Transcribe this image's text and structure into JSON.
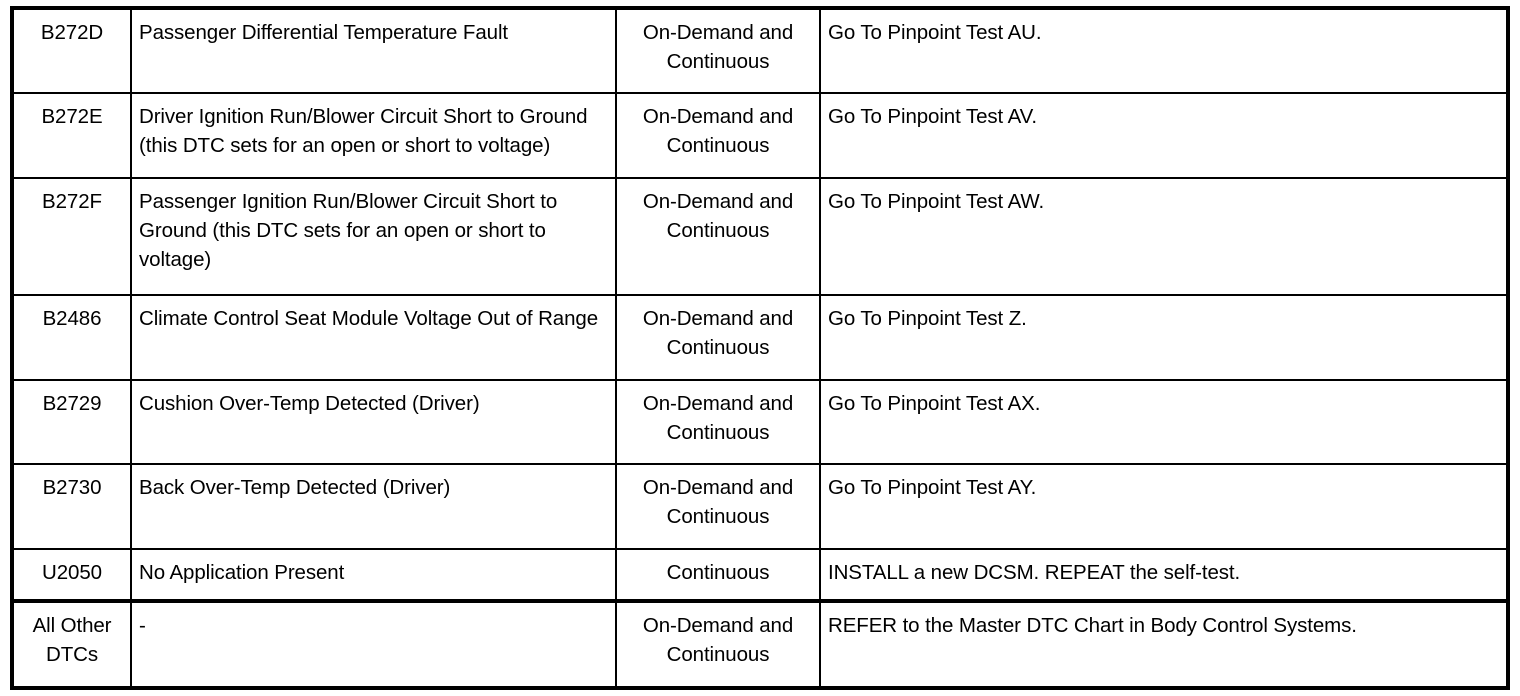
{
  "table": {
    "columns": [
      {
        "key": "dtc",
        "name": "dtc-code-column"
      },
      {
        "key": "desc",
        "name": "description-column"
      },
      {
        "key": "mode",
        "name": "test-mode-column"
      },
      {
        "key": "action",
        "name": "action-column"
      }
    ],
    "rows": [
      {
        "dtc": "B272D",
        "desc": "Passenger Differential Temperature Fault",
        "mode": "On-Demand and Continuous",
        "action": "Go To Pinpoint Test AU."
      },
      {
        "dtc": "B272E",
        "desc": "Driver Ignition Run/Blower Circuit Short to Ground (this DTC sets for an open or short to voltage)",
        "mode": "On-Demand and Continuous",
        "action": "Go To Pinpoint Test AV."
      },
      {
        "dtc": "B272F",
        "desc": "Passenger Ignition Run/Blower Circuit Short to Ground (this DTC sets for an open or short to voltage)",
        "mode": "On-Demand and Continuous",
        "action": "Go To Pinpoint Test AW."
      },
      {
        "dtc": "B2486",
        "desc": "Climate Control Seat Module Voltage Out of Range",
        "mode": "On-Demand and Continuous",
        "action": "Go To Pinpoint Test Z."
      },
      {
        "dtc": "B2729",
        "desc": "Cushion Over-Temp Detected (Driver)",
        "mode": "On-Demand and Continuous",
        "action": "Go To Pinpoint Test AX."
      },
      {
        "dtc": "B2730",
        "desc": "Back Over-Temp Detected (Driver)",
        "mode": "On-Demand and Continuous",
        "action": "Go To Pinpoint Test AY."
      },
      {
        "dtc": "U2050",
        "desc": "No Application Present",
        "mode": "Continuous",
        "action": "INSTALL a new DCSM. REPEAT the self-test."
      },
      {
        "dtc": "All Other DTCs",
        "desc": "-",
        "mode": "On-Demand and Continuous",
        "action": "REFER to the Master DTC Chart in Body Control Systems."
      }
    ]
  },
  "style": {
    "border_color": "#000000",
    "background": "#ffffff",
    "text_color": "#000000"
  }
}
